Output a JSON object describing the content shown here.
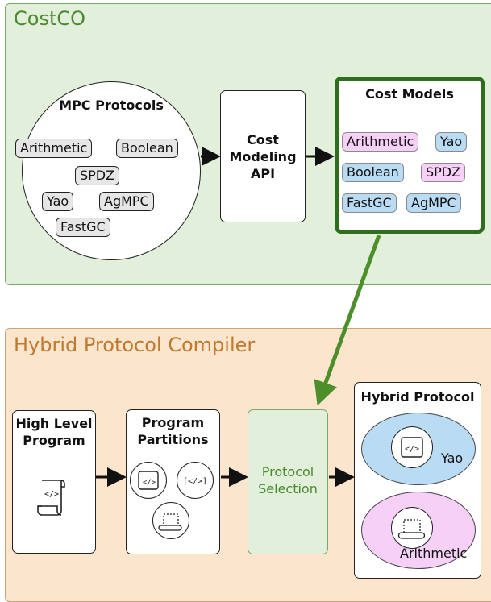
{
  "costco": {
    "title": "CostCO",
    "mpc_protocols": {
      "title": "MPC Protocols",
      "items": [
        "Arithmetic",
        "Boolean",
        "SPDZ",
        "Yao",
        "AgMPC",
        "FastGC"
      ]
    },
    "api": {
      "lines": [
        "Cost",
        "Modeling",
        "API"
      ]
    },
    "cost_models": {
      "title": "Cost Models",
      "items": [
        "Arithmetic",
        "Yao",
        "Boolean",
        "SPDZ",
        "FastGC",
        "AgMPC"
      ]
    }
  },
  "hpc": {
    "title": "Hybrid Protocol Compiler",
    "high_level_program": {
      "lines": [
        "High Level",
        "Program"
      ]
    },
    "program_partitions": {
      "lines": [
        "Program",
        "Partitions"
      ]
    },
    "protocol_selection": {
      "lines": [
        "Protocol",
        "Selection"
      ]
    },
    "hybrid_protocol": {
      "title": "Hybrid Protocol",
      "yao_label": "Yao",
      "arith_label": "Arithmetic"
    }
  },
  "colors": {
    "costco_bg": "#e2efda",
    "costco_accent": "#4a8a2f",
    "hpc_bg": "#fbe5cc",
    "hpc_accent": "#c07a2f",
    "pink": "#f6d0f6",
    "blue": "#b9dcf4",
    "cost_models_border": "#2e6e1c",
    "green_arrow": "#4c8e2a"
  },
  "icons": [
    "code-scroll-icon",
    "code-window-icon",
    "code-braces-icon",
    "empty-scroll-icon"
  ]
}
